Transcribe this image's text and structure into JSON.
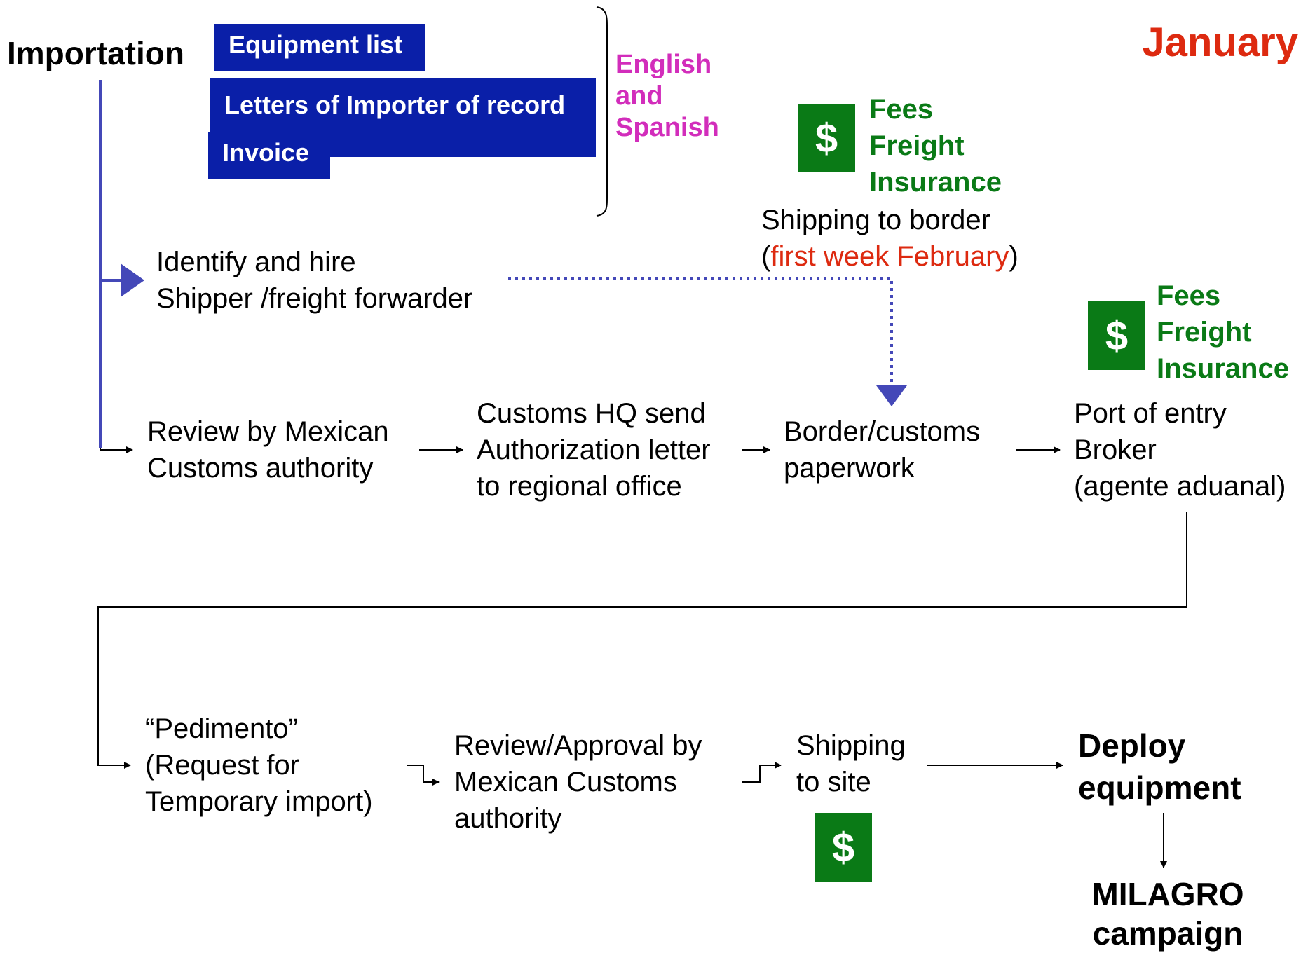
{
  "header": {
    "title": "Importation",
    "month": "January"
  },
  "documents": {
    "equipment_list": "Equipment list",
    "letters": "Letters of Importer of record",
    "invoice": "Invoice",
    "language_note": [
      "English",
      "and",
      "Spanish"
    ]
  },
  "costs": {
    "symbol": "$",
    "items_1": [
      "Fees",
      "Freight",
      "Insurance"
    ],
    "items_2": [
      "Fees",
      "Freight",
      "Insurance"
    ]
  },
  "shipping_border": {
    "line1": "Shipping to border",
    "open_paren": "(",
    "highlight": "first week February",
    "close_paren": ")"
  },
  "steps": {
    "identify": [
      "Identify and hire",
      "Shipper /freight forwarder"
    ],
    "review_mexican": [
      "Review by Mexican",
      "Customs authority"
    ],
    "customs_hq": [
      "Customs HQ send",
      "Authorization letter",
      "to regional office"
    ],
    "border_paperwork": [
      "Border/customs",
      "paperwork"
    ],
    "port_entry": [
      "Port of entry",
      "Broker",
      "(agente aduanal)"
    ],
    "pedimento": [
      "“Pedimento”",
      "(Request for",
      "Temporary import)"
    ],
    "review_approval": [
      "Review/Approval by",
      "Mexican Customs",
      "authority"
    ],
    "shipping_site": [
      "Shipping",
      "to site"
    ],
    "deploy": [
      "Deploy",
      "equipment"
    ],
    "milagro": [
      "MILAGRO",
      "campaign"
    ]
  },
  "colors": {
    "doc_blue": "#0a1fa8",
    "flow_blue": "#4448b8",
    "cost_green": "#0a7a16",
    "month_red": "#dd2a10",
    "language_magenta": "#d22dbb"
  }
}
